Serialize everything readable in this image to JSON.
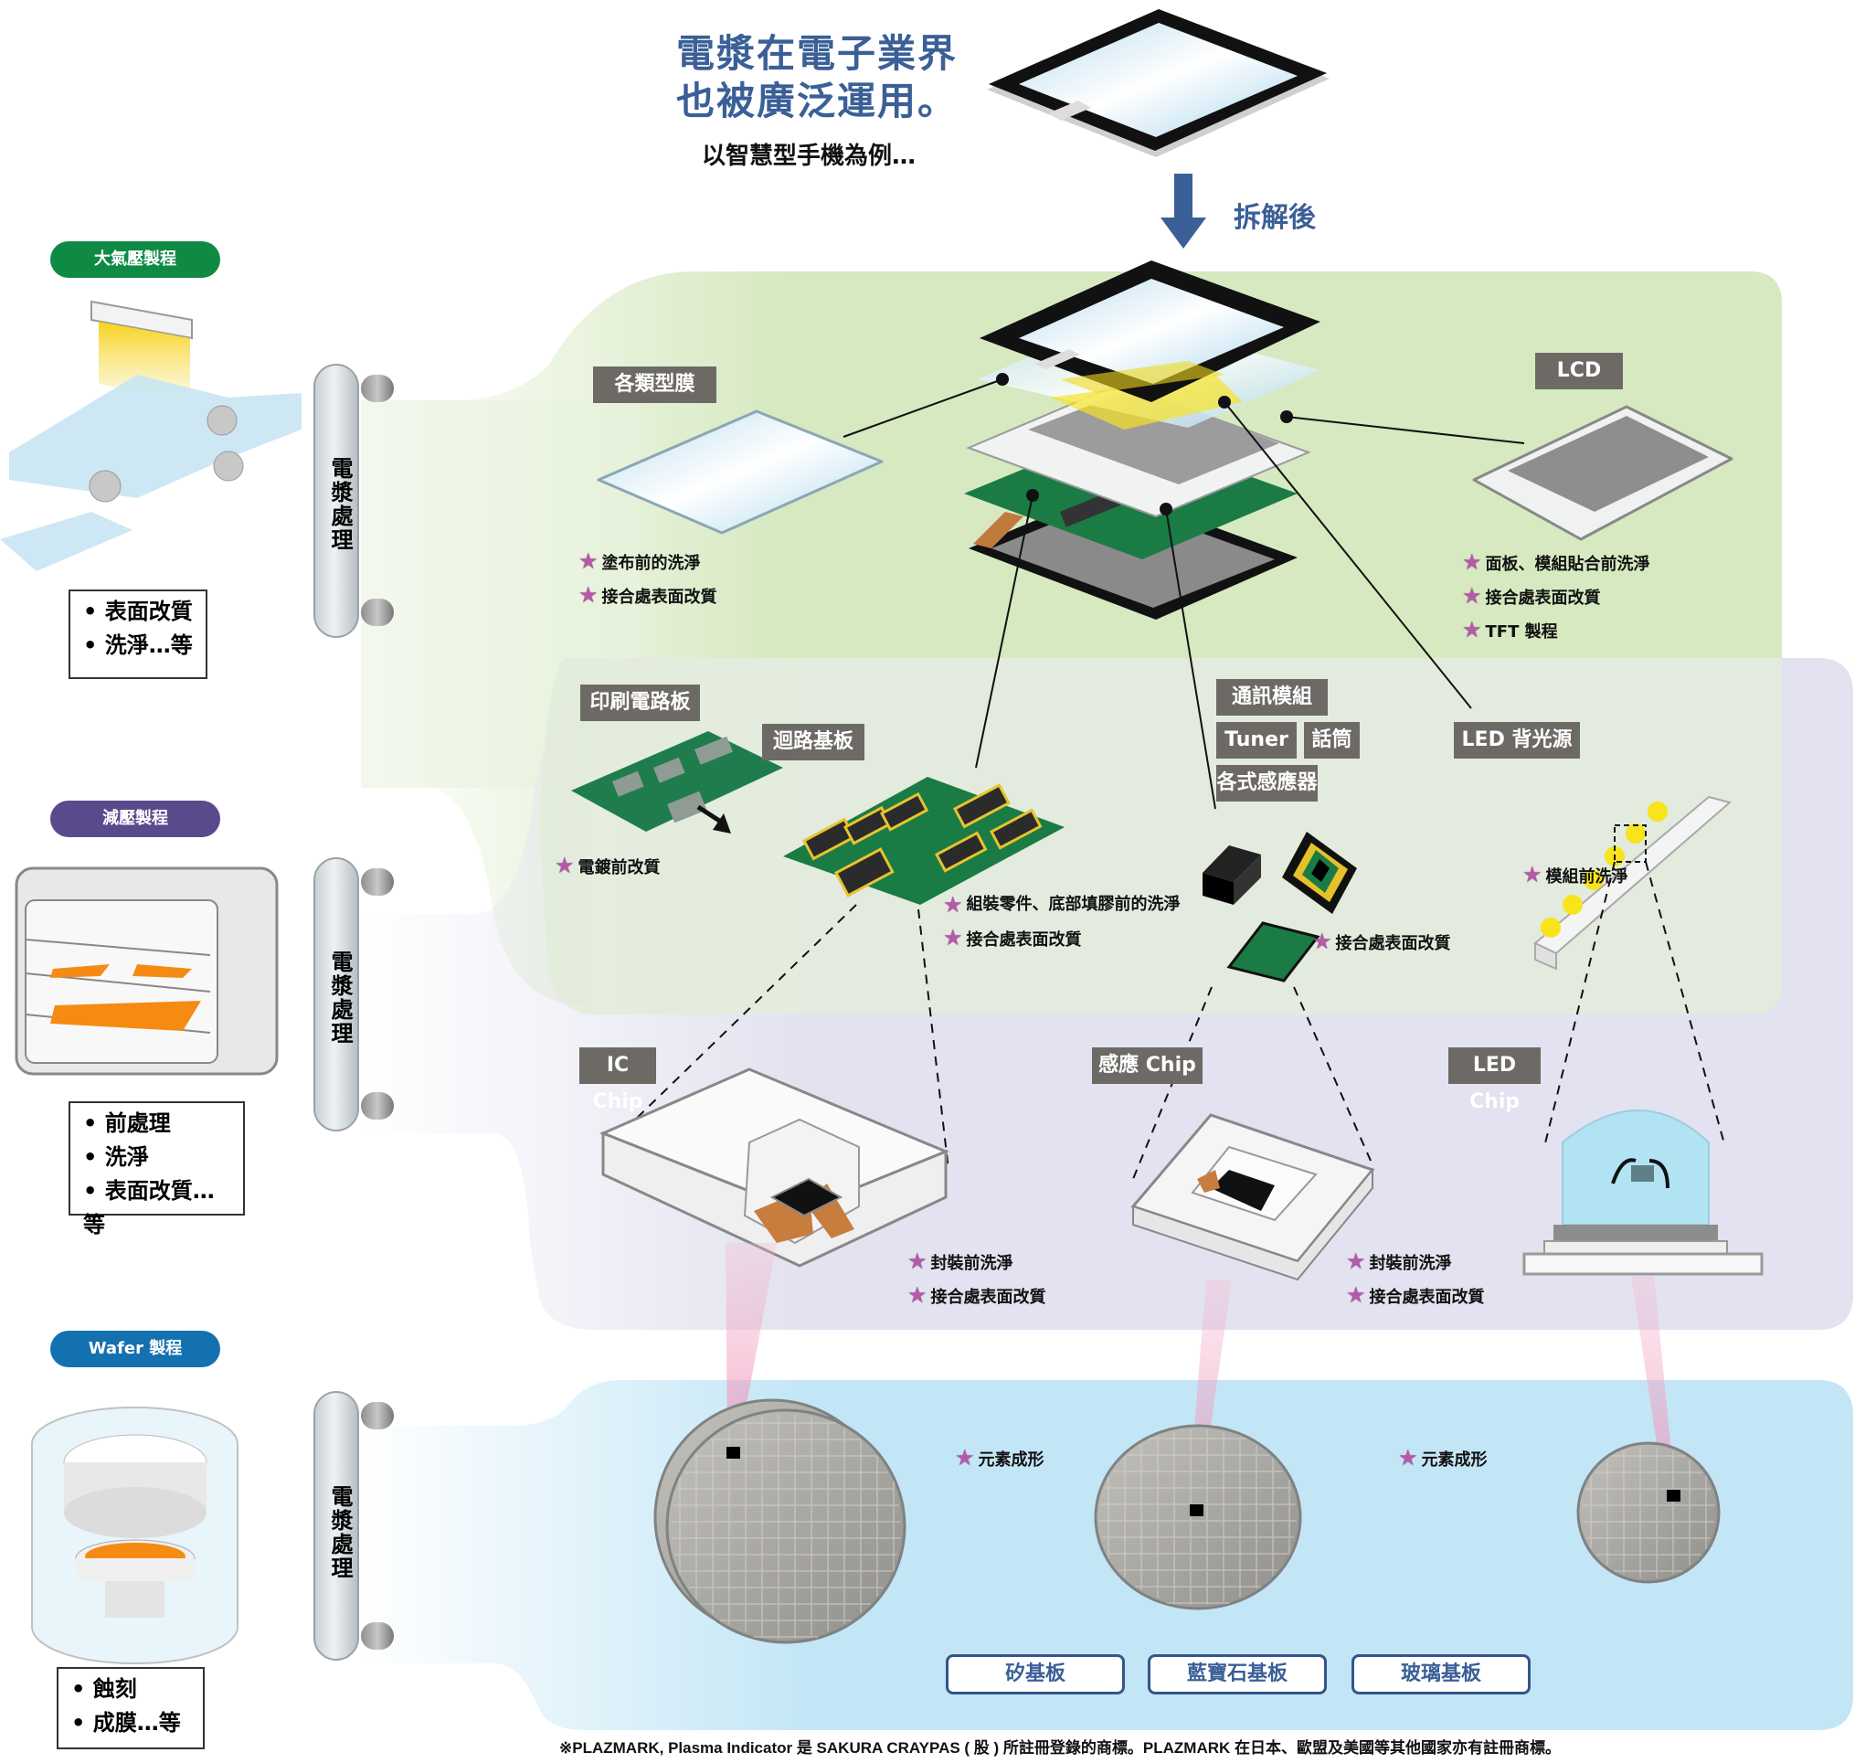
{
  "header": {
    "headline_line1": "電漿在電子業界",
    "headline_line2": "也被廣泛運用。",
    "subline": "以智慧型手機為例…",
    "disassemble_label": "拆解後"
  },
  "processes": [
    {
      "tag": "大氣壓製程",
      "color": "#0f8a44",
      "treatment": "電漿處理",
      "items": [
        "表面改質",
        "洗淨…等"
      ]
    },
    {
      "tag": "減壓製程",
      "color": "#5a4a8c",
      "treatment": "電漿處理",
      "items": [
        "前處理",
        "洗淨",
        "表面改質…等"
      ]
    },
    {
      "tag": "Wafer 製程",
      "color": "#1471b0",
      "treatment": "電漿處理",
      "items": [
        "蝕刻",
        "成膜…等"
      ]
    }
  ],
  "tier1": {
    "film": {
      "label": "各類型膜",
      "notes": [
        "塗布前的洗淨",
        "接合處表面改質"
      ]
    },
    "lcd": {
      "label": "LCD",
      "notes": [
        "面板、模組貼合前洗淨",
        "接合處表面改質",
        "TFT 製程"
      ]
    }
  },
  "tier2": {
    "pcb": {
      "label": "印刷電路板",
      "notes": [
        "電鍍前改質"
      ]
    },
    "circuit": {
      "label": "迴路基板",
      "notes": [
        "組裝零件、底部填膠前的洗淨",
        "接合處表面改質"
      ]
    },
    "comm": {
      "labels": [
        "通訊模組",
        "Tuner",
        "話筒",
        "各式感應器"
      ],
      "notes": [
        "接合處表面改質"
      ]
    },
    "led": {
      "label": "LED 背光源",
      "notes": [
        "模組前洗淨"
      ]
    }
  },
  "tier3": {
    "ic": {
      "label": "IC Chip",
      "notes": [
        "封裝前洗淨",
        "接合處表面改質"
      ]
    },
    "sensor": {
      "label": "感應 Chip",
      "notes": [
        "封裝前洗淨",
        "接合處表面改質"
      ]
    },
    "led": {
      "label": "LED Chip"
    }
  },
  "tier4": {
    "notes": [
      "元素成形",
      "元素成形"
    ],
    "substrates": [
      "矽基板",
      "藍寶石基板",
      "玻璃基板"
    ]
  },
  "footer": "※PLAZMARK, Plasma Indicator 是 SAKURA CRAYPAS ( 股 ) 所註冊登錄的商標。PLAZMARK 在日本、歐盟及美國等其他國家亦有註冊商標。",
  "colors": {
    "tier1_bg": "#d6e9c0",
    "tier2_bg": "#e1e1ef",
    "tier3_bg": "#c3e6f6",
    "label_bg": "#6d6a66",
    "accent_blue": "#3b5f97",
    "star": "#b55aa8"
  }
}
